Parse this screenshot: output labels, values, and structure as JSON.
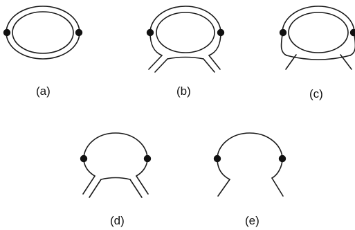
{
  "labels": {
    "a": "(a)",
    "b": "(b)",
    "c": "(c)",
    "d": "(d)",
    "e": "(e)"
  },
  "colors": {
    "line": "#1a1a1a",
    "vertex": "#111111",
    "background": "#ffffff"
  }
}
